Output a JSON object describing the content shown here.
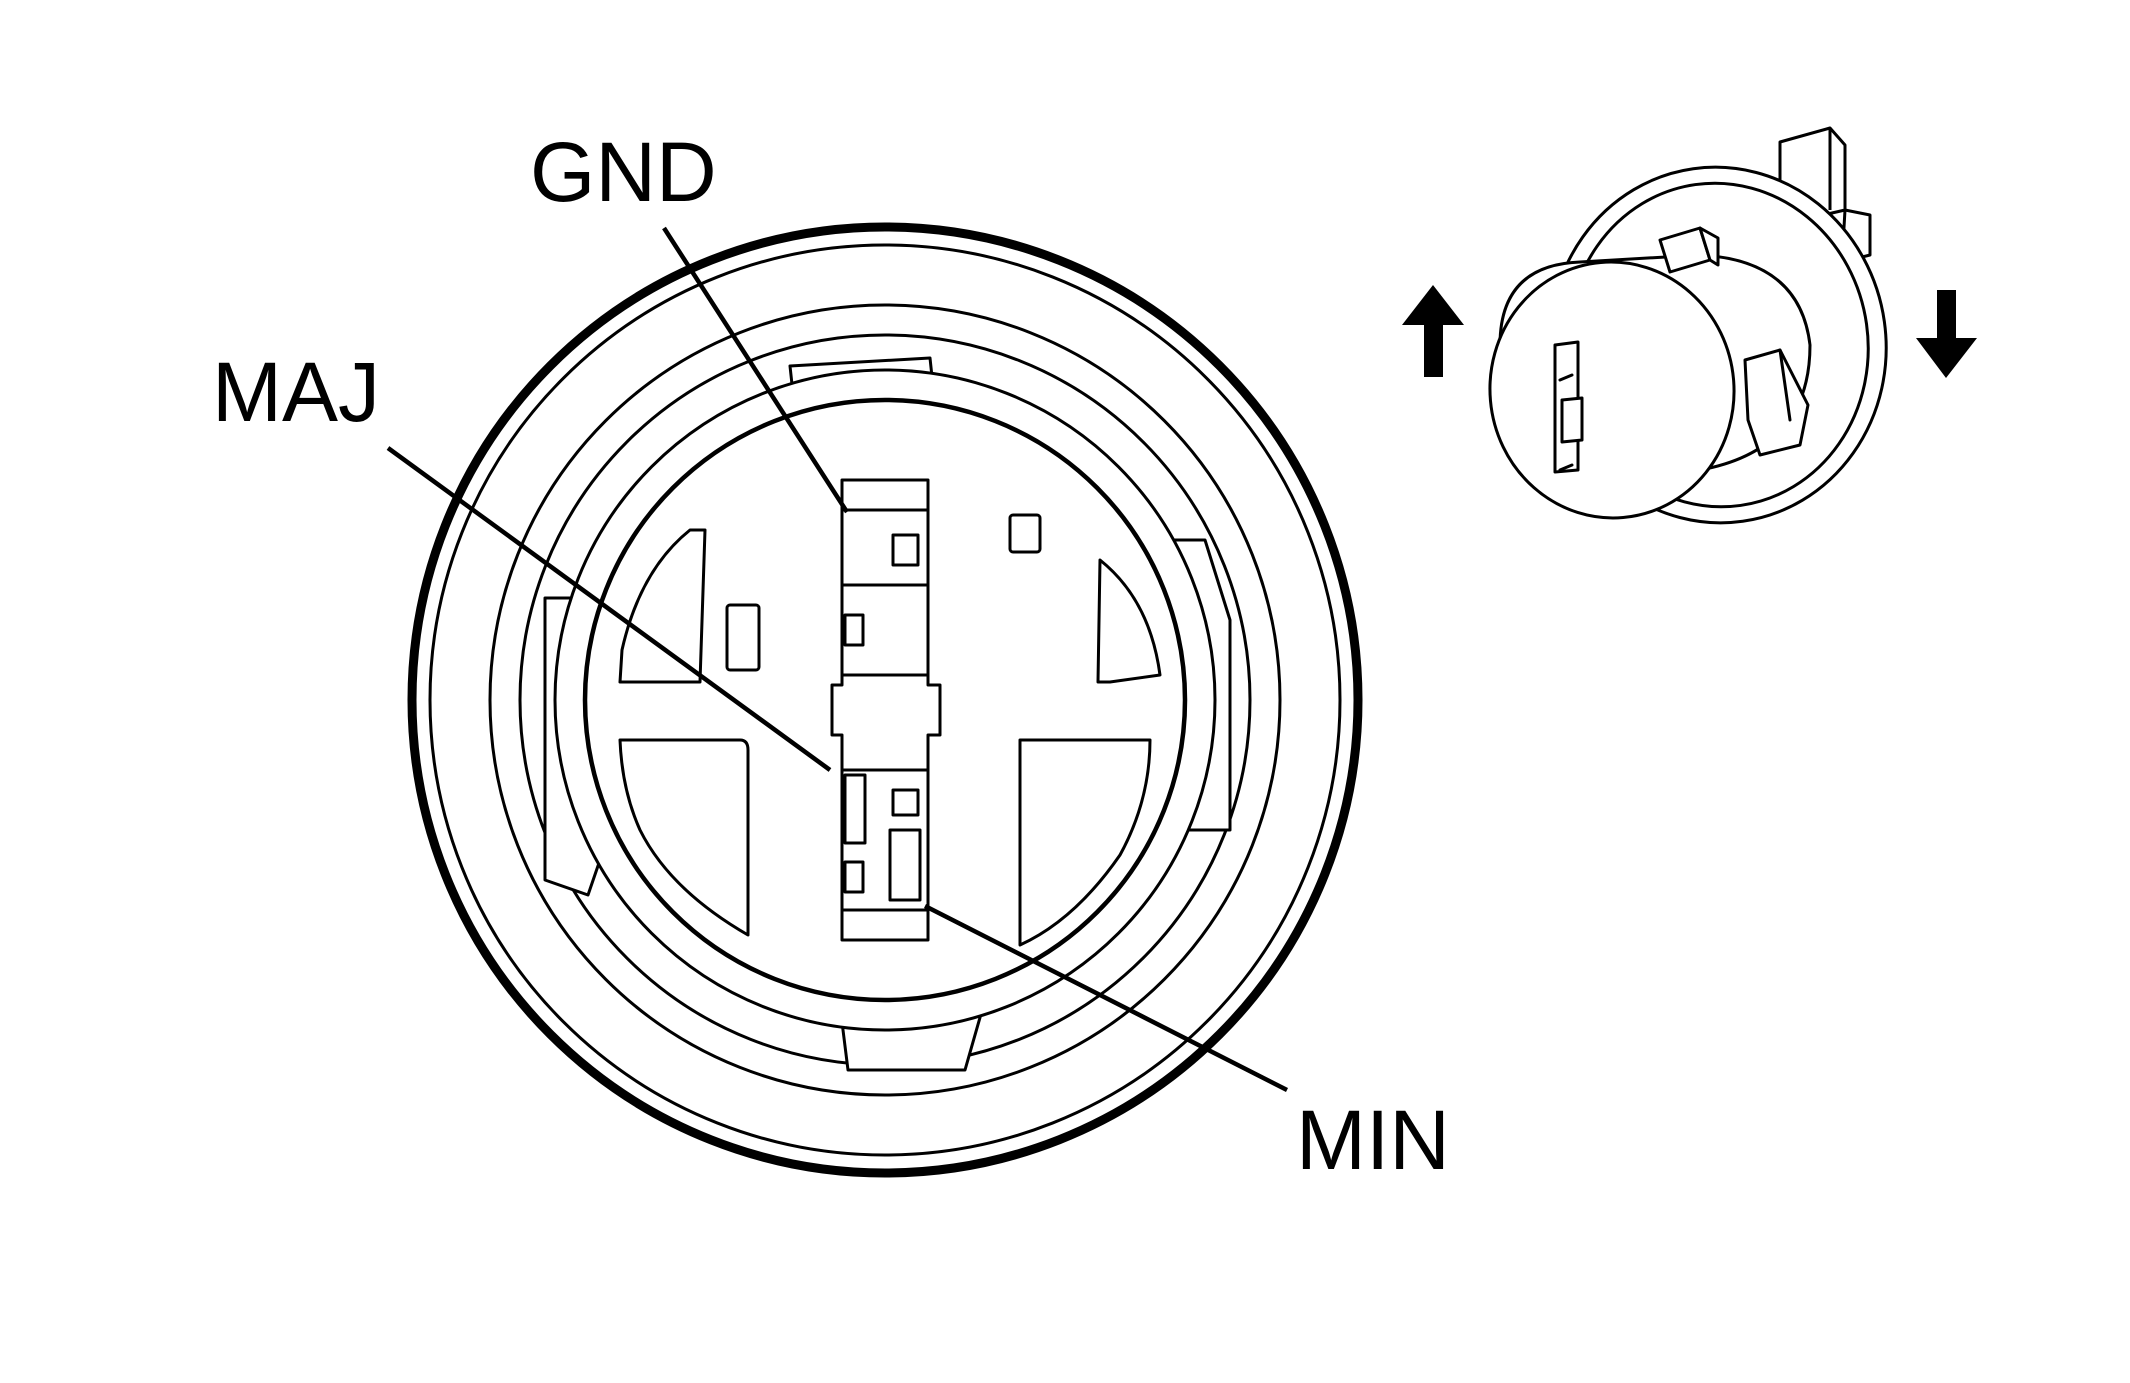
{
  "labels": {
    "gnd": "GND",
    "maj": "MAJ",
    "min": "MIN"
  },
  "icons": {
    "arrow_up": "arrow-up-icon",
    "arrow_down": "arrow-down-icon"
  },
  "colors": {
    "line": "#000000",
    "background": "#ffffff"
  }
}
